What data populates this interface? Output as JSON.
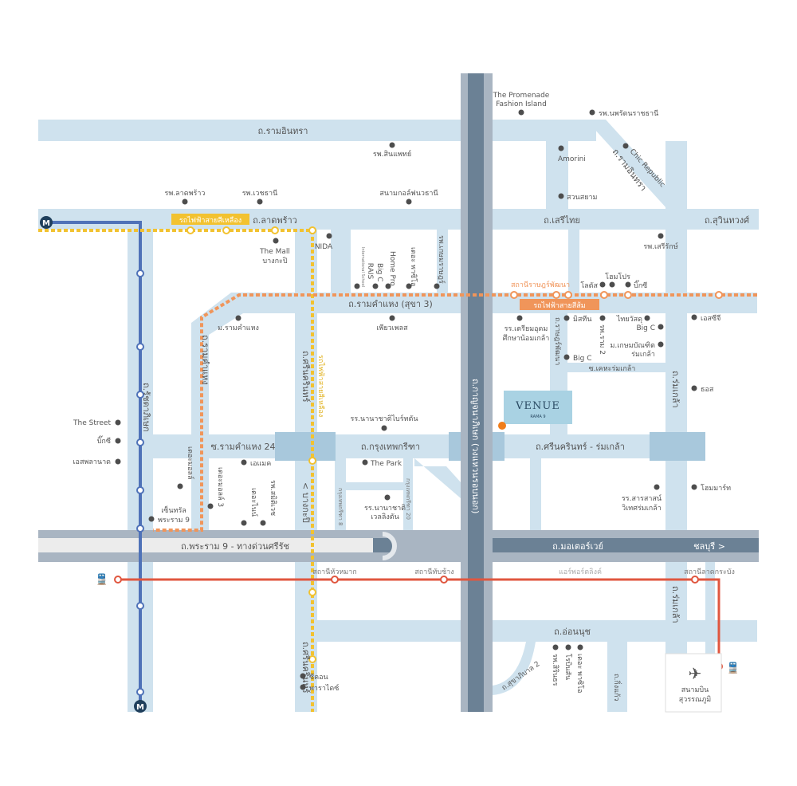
{
  "venue": {
    "name": "VENUE",
    "sub": "RAMA 9"
  },
  "roads": {
    "ramintra": "ถ.รามอินทรา",
    "ramintra_diag": "ถ.รามอินทรา",
    "ladprao": "ถ.ลาดพร้าว",
    "serithai": "ถ.เสรีไทย",
    "suwinthawong": "ถ.สุวินทวงศ์",
    "ramkhamhaeng_su3": "ถ.รามคำแหง (สุขา 3)",
    "soi_ram24": "ซ.รามคำแหง 24",
    "krungthep_kreetha": "ถ.กรุงเทพกรีฑา",
    "srinakarin_romklao": "ถ.ศรีนครินทร์ - ร่มเกล้า",
    "kheha_romklao": "ซ.เคหะร่มเกล้า",
    "rama9": "ถ.พระราม 9 - ทางด่วนศรีรัช",
    "motorway": "ถ.มอเตอร์เวย์",
    "chonburi": "ชลบุรี >",
    "onnut": "ถ.อ่อนนุช",
    "sukhaphiban2": "ถ.สุขาภิบาล 2",
    "kingkaew": "ถ.กิ่งแก้ว",
    "ratchada": "ถ.รัชดาภิเษก",
    "ramkhamhaeng_v": "ถ.รามคำแหง",
    "srinakarin_upper": "ถ.ศรีนครินทร์",
    "srinakarin_lower": "ถ.ศรีนครินทร์",
    "bangkapi": "< บางกะปิ",
    "kanchanaphisek": "ถ.กาญจนาภิเษก (วงแหวนรอบนอก)",
    "ratpattana": "ถ.ราษฎร์พัฒนา",
    "romklao_upper": "ถ.ร่มเกล้า",
    "romklao_lower": "ถ.ร่มเกล้า",
    "krungthep_kreetha8": "กรุงเทพกรีฑา 8",
    "krungthep_kreetha20": "กรุงเทพกรีฑา 20"
  },
  "lines": {
    "yellow": "รถไฟฟ้าสายสีเหลือง",
    "yellow_v": "รถไฟฟ้าสายสีเหลือง",
    "orange": "รถไฟฟ้าสายสีส้ม",
    "orange_station": "สถานีราษฎร์พัฒนา",
    "mrt_symbol": "M",
    "arl": "แอร์พอร์ตลิงค์",
    "colors": {
      "mrt": "#4f72b8",
      "yellow": "#f2c230",
      "orange": "#f0955a",
      "arl": "#e0563f",
      "road": "#cfe2ee",
      "expressway": "#6b8195"
    }
  },
  "stations": [
    "สถานีหัวหมาก",
    "สถานีทับช้าง",
    "สถานีลาดกระบัง"
  ],
  "airport": {
    "line1": "สนามบิน",
    "line2": "สุวรรณภูมิ"
  },
  "pois": [
    "รพ.สินแพทย์",
    "รพ.ลาดพร้าว",
    "รพ.เวชธานี",
    "สนามกอล์ฟนวธานี",
    "The Mall",
    "บางกะปิ",
    "NIDA",
    "RAIS",
    "International School",
    "Big C",
    "Home Pro",
    "เดอะ พาซิโอ",
    "รพ.เกษมราษฎร์",
    "ม.รามคำแหง",
    "เพียวเพลส",
    "The Promenade",
    "Fashion Island",
    "รพ.นพรัตนราชธานี",
    "Amorini",
    "Chic Republic",
    "สวนสยาม",
    "รพ.เสรีรักษ์",
    "โลตัส",
    "โฮมโปร",
    "บิ๊กซี",
    "รร.เตรียมอุดม",
    "ศึกษาน้อมเกล้า",
    "มิสทีน",
    "รพ.ราม 2",
    "ไทยวัสดุ",
    "Big C",
    "ม.เกษมบัณฑิต",
    "ร่มเกล้า",
    "Big C",
    "เอสซีจี",
    "ธอส",
    "The Street",
    "บิ๊กซี",
    "เอสพลานาด",
    "รร.นานาชาติไบร์ทตัน",
    "เอแมค",
    "The Park",
    "เดอะมอลล์",
    "เดอะมอลล์ 3",
    "เดอะไนน์",
    "รพ.สมิติเวช",
    "เซ็นทรัล",
    "พระราม 9",
    "รร.นานาชาติ",
    "เวลลิงตัน",
    "ซีคอน",
    "พาราไดซ์",
    "รร.สารสาสน์",
    "วิเทศร่มเกล้า",
    "โฮมมาร์ท",
    "รพ.สิรินธร",
    "โรบินสัน",
    "เดอะ พาซิโอ"
  ]
}
